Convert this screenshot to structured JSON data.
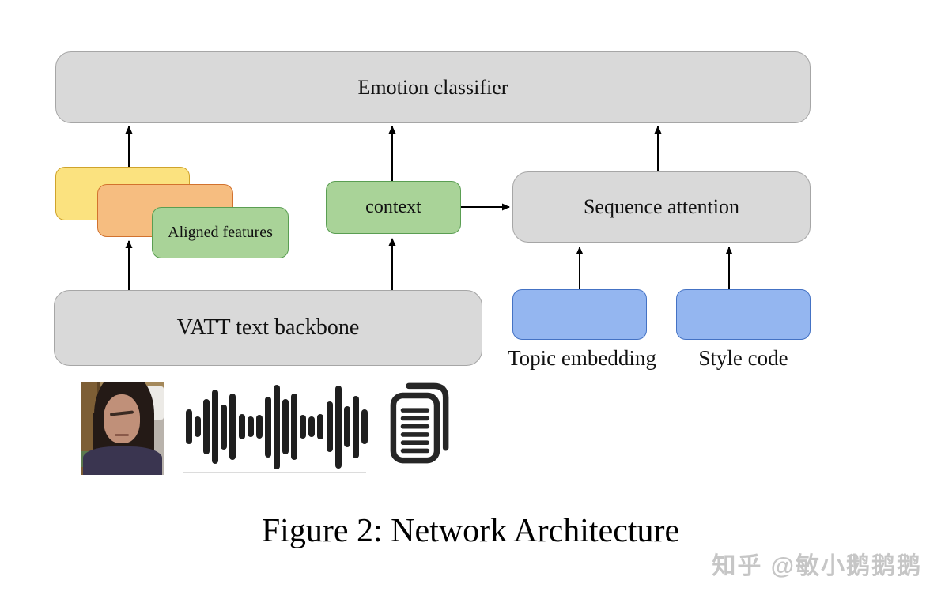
{
  "figure": {
    "caption": "Figure 2: Network Architecture",
    "watermark": "知乎 @敏小鹅鹅鹅"
  },
  "diagram": {
    "nodes": {
      "emotion_classifier": "Emotion classifier",
      "aligned_features": "Aligned features",
      "context": "context",
      "sequence_attention": "Sequence attention",
      "vatt_backbone": "VATT text backbone",
      "topic_embedding": "Topic embedding",
      "style_code": "Style code"
    },
    "colors": {
      "gray_fill": "#d9d9d9",
      "gray_border": "#a6a6a6",
      "green_fill": "#a9d398",
      "green_border": "#5a9e52",
      "yellow_fill": "#fbe27f",
      "yellow_border": "#cfa32b",
      "orange_fill": "#f6bd80",
      "orange_border": "#d2722e",
      "blue_fill": "#94b6f0",
      "blue_border": "#4472c4",
      "arrow": "#000000"
    }
  },
  "icons": {
    "video_frame": "webcam-photo-of-speaker",
    "audio_waveform": "audio-waveform-icon",
    "transcript_document": "transcript-pages-icon",
    "waveform_bars": [
      44,
      26,
      70,
      94,
      57,
      84,
      32,
      26,
      30,
      77,
      107,
      70,
      84,
      30,
      26,
      32,
      64,
      105,
      52,
      79,
      44
    ]
  }
}
